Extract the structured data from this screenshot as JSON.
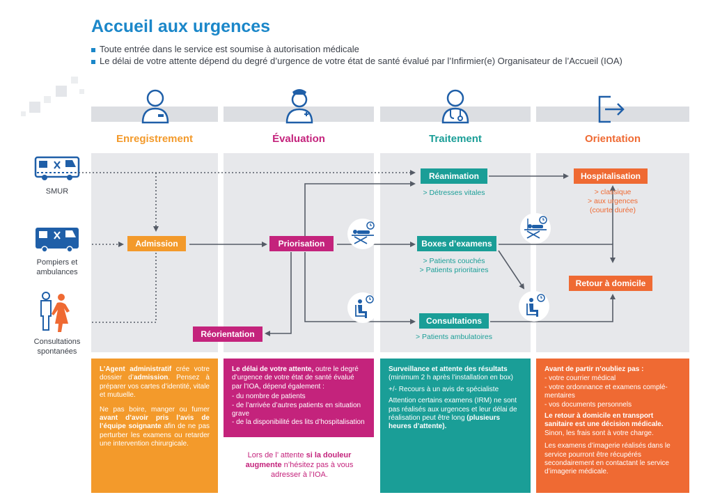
{
  "title": "Accueil aux urgences",
  "bullets": [
    "Toute entrée dans le service est soumise à autorisation médicale",
    "Le délai de votre attente dépend du degré d’urgence de votre état de santé évalué par l’Infirmier(e) Organisateur de l’Accueil (IOA)"
  ],
  "colors": {
    "blue": "#1b87c9",
    "orange": "#f39a2b",
    "magenta": "#c4237c",
    "teal": "#1a9e97",
    "red_orange": "#ef6a33",
    "navy": "#1f5fa8"
  },
  "phases": [
    "Enregistrement",
    "Évaluation",
    "Traitement",
    "Orientation"
  ],
  "sources": [
    "SMUR",
    "Pompiers et ambulances",
    "Consultations spontanées"
  ],
  "nodes": {
    "admission": "Admission",
    "priorisation": "Priorisation",
    "reorientation": "Réorientation",
    "reanimation": "Réanimation",
    "boxes": "Boxes d’examens",
    "consultations": "Consultations",
    "hospitalisation": "Hospitalisation",
    "retour": "Retour à domicile"
  },
  "notes": {
    "reanimation": "> Détresses vitales",
    "boxes_1": "> Patients couchés",
    "boxes_2": "> Patients prioritaires",
    "consultations": "> Patients ambulatoires",
    "hosp_1": "> classique",
    "hosp_2": "> aux urgences",
    "hosp_3": "(courte durée)"
  },
  "cards": {
    "c1": {
      "a1": "L’Agent administratif",
      "a2": " crée votre dossier d’",
      "a3": "admission",
      "a4": ". Pensez à préparer vos cartes d’identité, vitale et mutuelle.",
      "b1": "Ne pas boire, manger ou fumer ",
      "b2": "avant d’avoir pris l’avis de l’équipe soignante",
      "b3": " afin de ne pas perturber les examens ou retarder une intervention chirurgicale."
    },
    "c2": {
      "a1": "Le délai de votre attente,",
      "a2": " outre le degré d’urgence de votre état de santé évalué par l’IOA, dépend également :",
      "l1": "- du nombre de patients",
      "l2": "- de l’arrivée d’autres patients en situation grave",
      "l3": "- de la disponibilité des lits d’hospitalisation",
      "p1": "Lors de l’ attente ",
      "p2": "si la douleur augmente",
      "p3": " n’hésitez pas à vous adresser à l’IOA."
    },
    "c3": {
      "a1": "Surveillance et attente des résultats",
      "a2": "(minimum 2 h après l’installation en box)",
      "b1": "+/- Recours à un avis de spécialiste",
      "c1": "Attention certains examens (IRM) ne sont pas réalisés aux urgences et leur délai de réalisation peut être long ",
      "c2": "(plusieurs heures d’attente)."
    },
    "c4": {
      "a1": "Avant de partir n’oubliez pas :",
      "l1": "- votre courrier médical",
      "l2": "- votre ordonnance et examens complé-mentaires",
      "l3": "- vos documents personnels",
      "b1": "Le retour à domicile en transport sanitaire est une décision médicale.",
      "b2": " Sinon, les frais sont à votre charge.",
      "c1": "Les examens d’imagerie réalisés dans le service pourront être récupérés secondairement en contactant le service d’imagerie médicale."
    }
  }
}
